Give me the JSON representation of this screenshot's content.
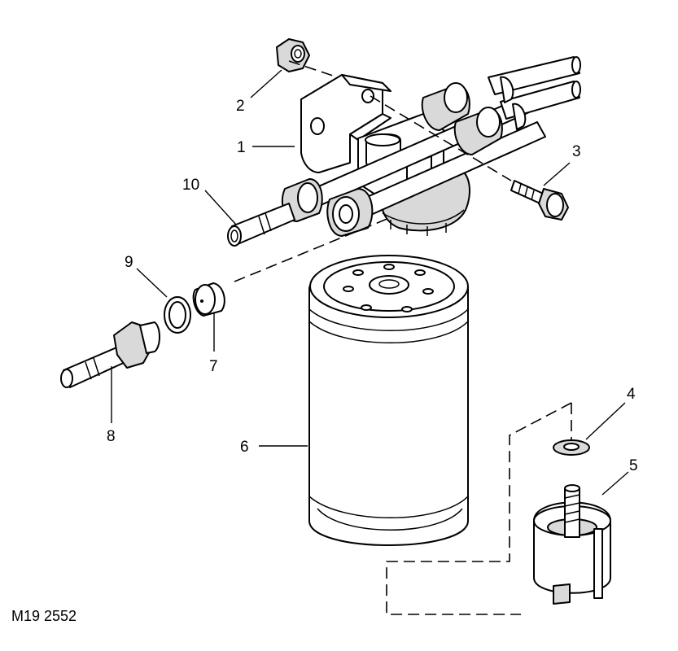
{
  "diagram": {
    "reference": "M19 2552",
    "callouts": {
      "c1": "1",
      "c2": "2",
      "c3": "3",
      "c4": "4",
      "c5": "5",
      "c6": "6",
      "c7": "7",
      "c8": "8",
      "c9": "9",
      "c10": "10"
    }
  }
}
